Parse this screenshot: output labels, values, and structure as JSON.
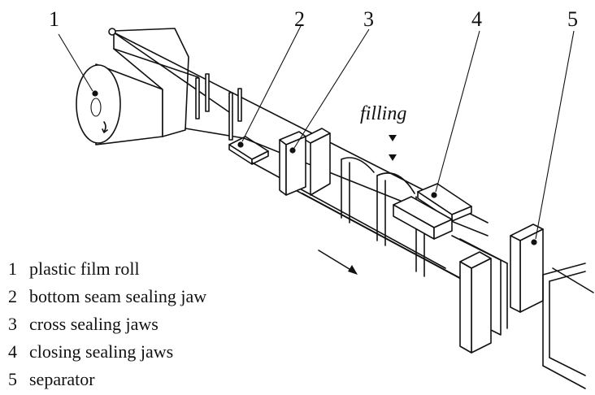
{
  "callouts": [
    {
      "num": "1",
      "text": "plastic film roll"
    },
    {
      "num": "2",
      "text": "bottom seam sealing jaw"
    },
    {
      "num": "3",
      "text": "cross sealing jaws"
    },
    {
      "num": "4",
      "text": "closing sealing jaws"
    },
    {
      "num": "5",
      "text": "separator"
    }
  ],
  "filling_label": "filling"
}
